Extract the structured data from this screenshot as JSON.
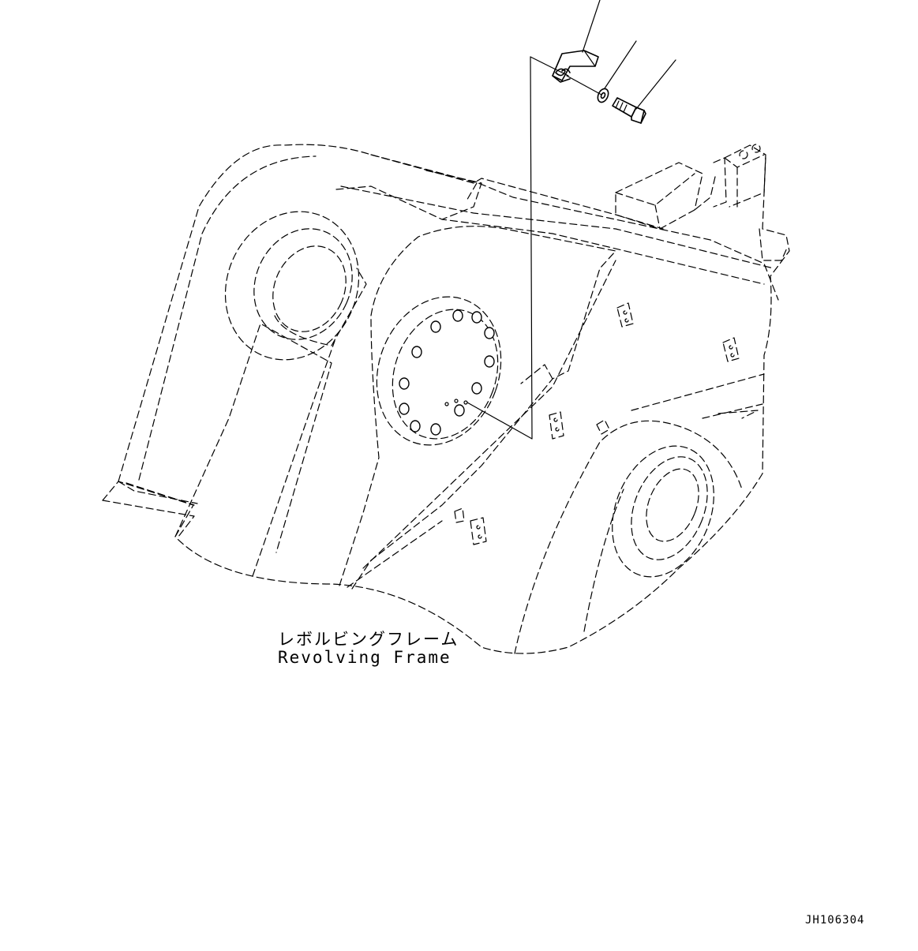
{
  "part_label": {
    "japanese": "レボルビングフレーム",
    "english": "Revolving Frame"
  },
  "drawing_number": "JH106304",
  "colors": {
    "line": "#000000",
    "background": "#ffffff"
  }
}
